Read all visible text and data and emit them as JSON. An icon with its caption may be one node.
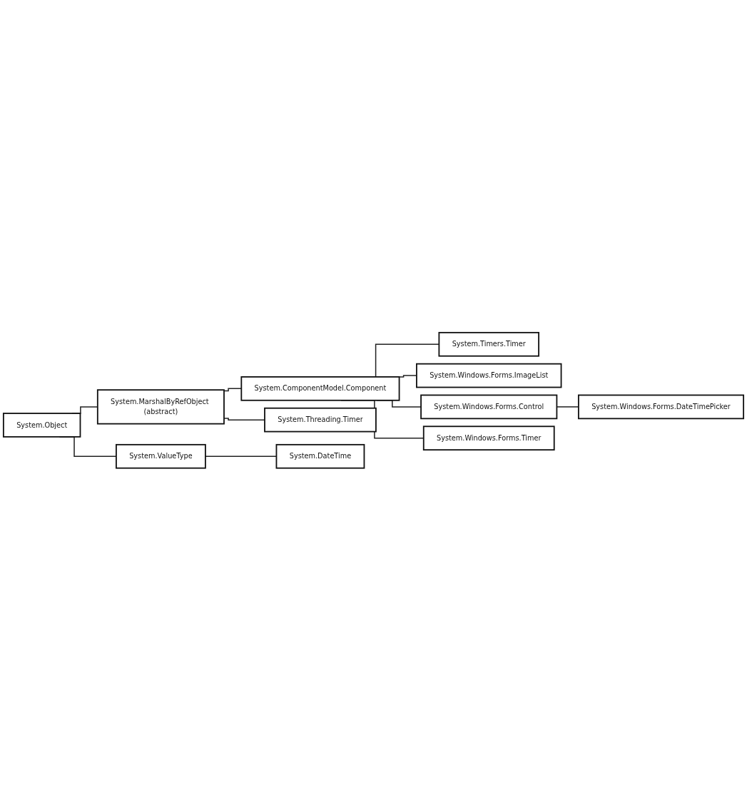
{
  "diagram": {
    "nodes": [
      {
        "text": [
          "System.Object"
        ]
      },
      {
        "text": [
          "System.MarshalByRefObject (abstract)"
        ]
      },
      {
        "text": [
          "System.ComponentModel.Component"
        ]
      },
      {
        "text": [
          "System.Timers.Timer"
        ]
      },
      {
        "text": [
          "System.Windows.Forms.ImageList"
        ]
      },
      {
        "text": [
          "System.Windows.Forms.Control"
        ]
      },
      {
        "text": [
          "System.Windows.Forms.DateTimePicker"
        ]
      },
      {
        "text": [
          "System.Windows.Forms.Timer"
        ]
      },
      {
        "text": [
          "System.Threading.Timer"
        ]
      },
      {
        "text": [
          "System.ValueType"
        ]
      },
      {
        "text": [
          "System.DateTime"
        ]
      }
    ],
    "edges": [
      {
        "from": 0,
        "to": 1,
        "arrow": "none"
      },
      {
        "from": 1,
        "to": 2,
        "arrow": "none"
      },
      {
        "from": 2,
        "to": 3,
        "arrow": "none"
      },
      {
        "from": 2,
        "to": 4,
        "arrow": "none"
      },
      {
        "from": 2,
        "to": 5,
        "arrow": "none"
      },
      {
        "from": 5,
        "to": 6,
        "arrow": "none"
      },
      {
        "from": 2,
        "to": 7,
        "arrow": "none"
      },
      {
        "from": 1,
        "to": 8,
        "arrow": "none"
      },
      {
        "from": 0,
        "to": 9,
        "arrow": "none"
      },
      {
        "from": 9,
        "to": 10,
        "arrow": "none"
      }
    ]
  }
}
